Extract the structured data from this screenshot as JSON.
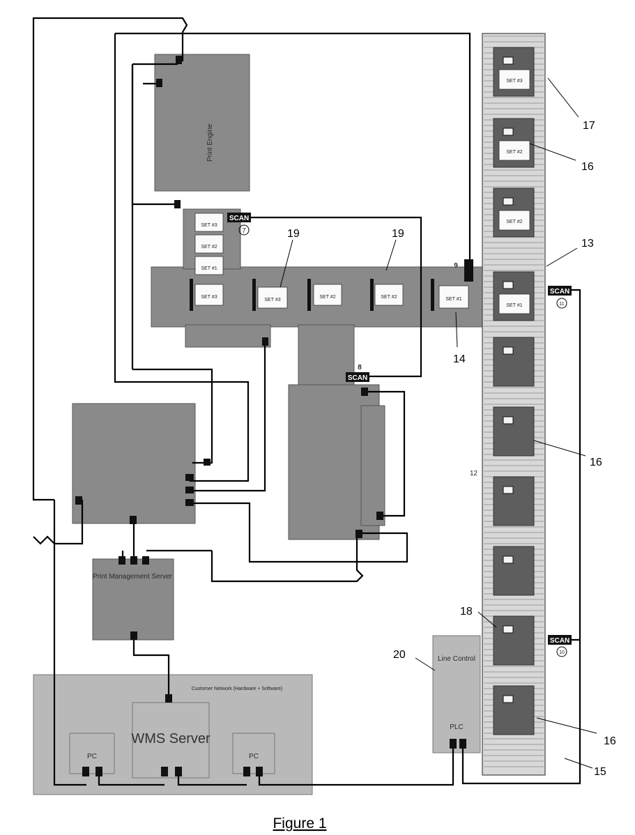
{
  "figure_caption": "Figure 1",
  "reference_numerals": {
    "n17": "17",
    "n16a": "16",
    "n13": "13",
    "n19a": "19",
    "n19b": "19",
    "n14": "14",
    "n16b": "16",
    "n12": "12",
    "n18": "18",
    "n20": "20",
    "n16c": "16",
    "n15": "15",
    "n7": "7",
    "n8": "8",
    "n9": "9",
    "n10": "10",
    "n11": "11"
  },
  "scanners": {
    "s7": "SCAN",
    "s8": "SCAN",
    "s10": "SCAN",
    "s11": "SCAN"
  },
  "blocks": {
    "print_engine": "Print Engine",
    "print_management_server": "Print Management Server",
    "wms_server": "WMS Server",
    "line_control": "Line Control",
    "plc": "PLC",
    "pc_left": "PC",
    "pc_right": "PC",
    "customer_network": "Customer Network (Hardware + Software)"
  },
  "cards": {
    "queue_a": "SET #3",
    "queue_b": "SET #2",
    "queue_c": "SET #1",
    "dispenser_a": "SET #3",
    "dispenser_b": "SET #3",
    "dispenser_c": "SET #2",
    "dispenser_d": "SET #2",
    "dispenser_e": "SET #1",
    "conveyor_1": "SET #3",
    "conveyor_2": "SET #2",
    "conveyor_3": "SET #2",
    "conveyor_4": "SET #1"
  },
  "colors": {
    "module_gray": "#8a8a8a",
    "light_gray": "#b9b9b9",
    "tray_gray": "#5e5e5e",
    "wire": "#000000"
  }
}
